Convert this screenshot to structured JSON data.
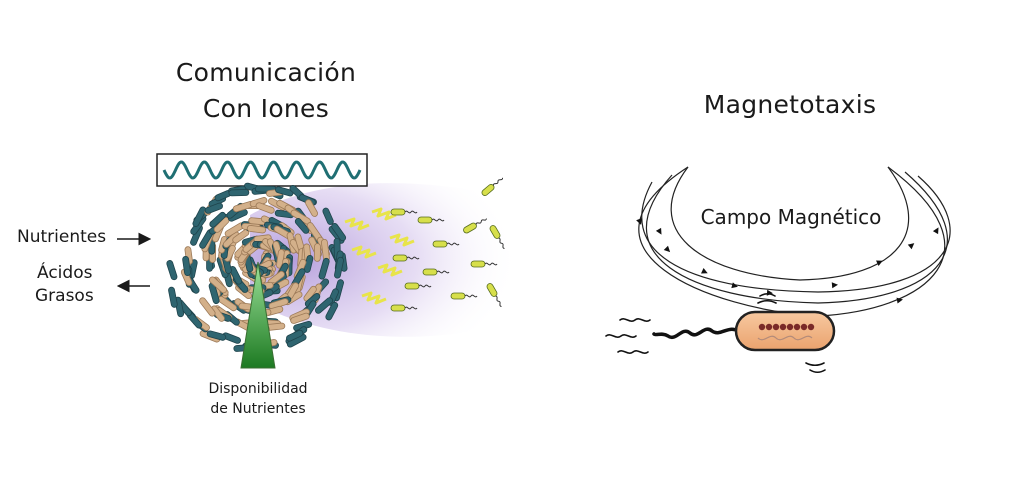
{
  "left_panel": {
    "title_line1": "Comunicación",
    "title_line2": "Con Iones",
    "label_in": "Nutrientes",
    "label_out_line1": "Ácidos",
    "label_out_line2": "Grasos",
    "cone_label_line1": "Disponibilidad",
    "cone_label_line2": "de Nutrientes"
  },
  "right_panel": {
    "title": "Magnetotaxis",
    "field_label": "Campo Magnético"
  },
  "colors": {
    "wave": "#1f6f73",
    "cell_tan": "#d3b08a",
    "cell_teal": "#2f6570",
    "glow": "#b49ad8",
    "lightning": "#e8e44a",
    "bacterium_yellow": "#d7df4b",
    "cone_green": "#2e8b2e",
    "magneto_body": "#f2bc8c",
    "magnetosome": "#7a2a28"
  }
}
